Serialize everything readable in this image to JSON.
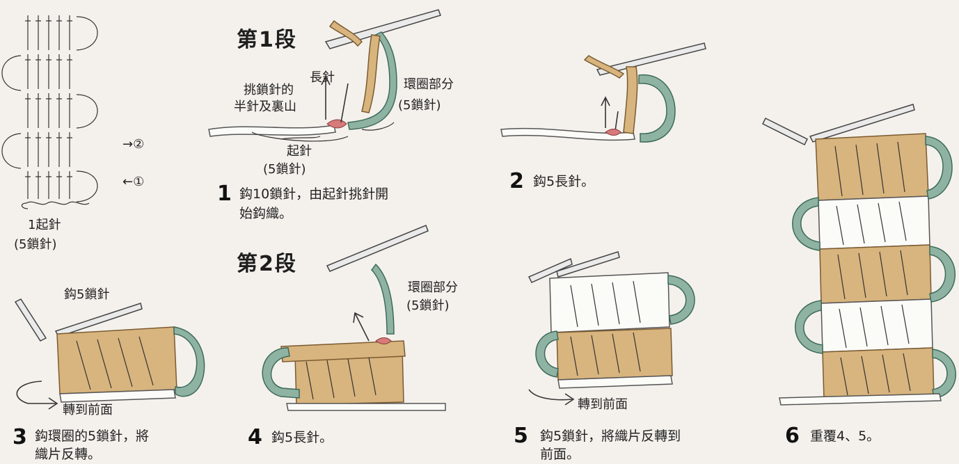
{
  "row1_title": "第1段",
  "row2_title": "第2段",
  "chart": {
    "label_row2": "→②",
    "label_row1": "←①",
    "foundation_line1": "1起針",
    "foundation_line2": "(5鎖針)"
  },
  "step1": {
    "label_dc": "長針",
    "label_pick_line1": "挑鎖針的",
    "label_pick_line2": "半針及裏山",
    "label_loop_line1": "環圈部分",
    "label_loop_line2": "(5鎖針)",
    "label_start_line1": "起針",
    "label_start_line2": "(5鎖針)",
    "number": "1",
    "caption_line1": "鈎10鎖針，由起針挑針開",
    "caption_line2": "始鈎織。"
  },
  "step2": {
    "number": "2",
    "caption": "鈎5長針。"
  },
  "step3": {
    "label_chain": "鈎5鎖針",
    "label_turn": "轉到前面",
    "number": "3",
    "caption_line1": "鈎環圈的5鎖針，將",
    "caption_line2": "織片反轉。"
  },
  "step4": {
    "label_loop_line1": "環圈部分",
    "label_loop_line2": "(5鎖針)",
    "number": "4",
    "caption": "鈎5長針。"
  },
  "step5": {
    "label_turn": "轉到前面",
    "number": "5",
    "caption_line1": "鈎5鎖針，將織片反轉到",
    "caption_line2": "前面。"
  },
  "step6": {
    "number": "6",
    "caption": "重覆4、5。"
  }
}
